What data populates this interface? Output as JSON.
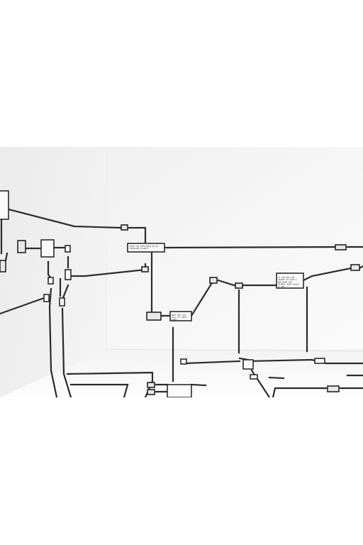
{
  "image": {
    "subject": "wall-mounted flowchart installation",
    "background_color": "#ffffff",
    "wall_color": "#f1f1f1",
    "line_color": "#2b2b2b"
  },
  "box_texts": {
    "question_flight": "HAVE YOU EVER BEEN ON AN AIRPLANE FLIGHT?",
    "question_name": "WHAT DID YOU CALL IT? WHAT NAME?",
    "question_change": "IF YOU HAD THE CHANCE TO GIVE A NEW NAME FOR THINGS, WHAT WOULD IT BE?"
  }
}
